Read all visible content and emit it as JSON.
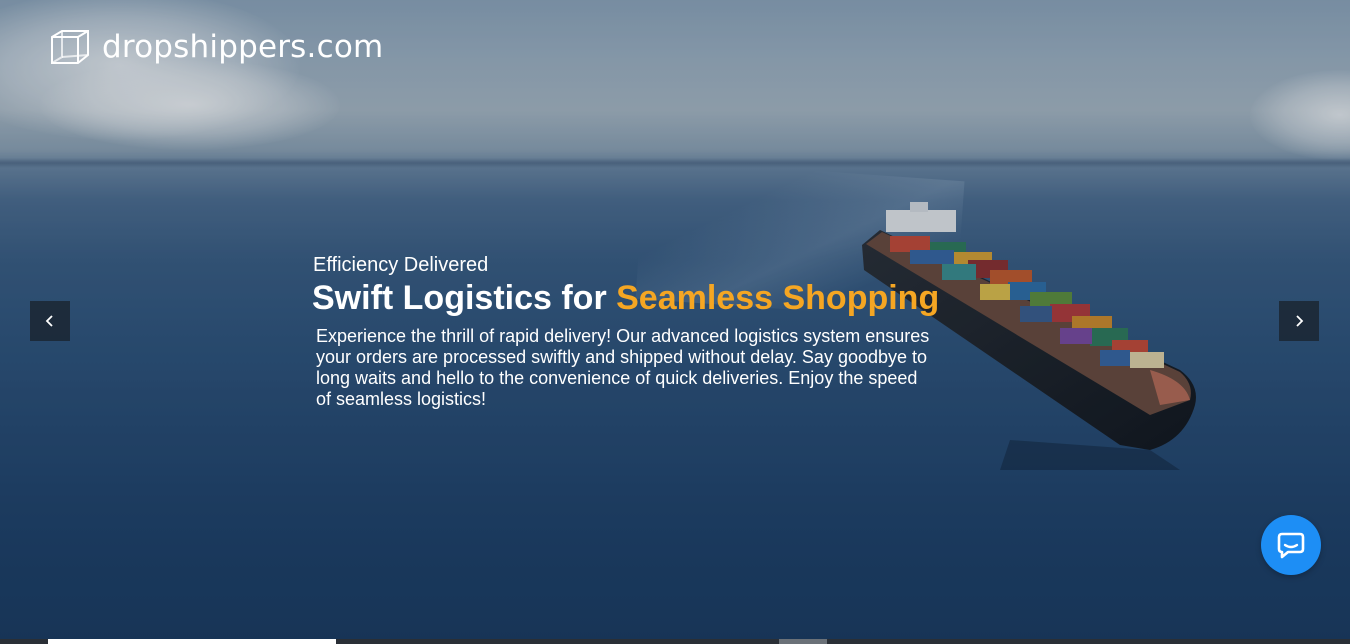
{
  "brand": {
    "name": "dropshippers.com",
    "logo_icon": "cube-outline-icon"
  },
  "slide": {
    "eyebrow": "Efficiency Delivered",
    "headline_main": "Swift Logistics for ",
    "headline_accent": "Seamless Shopping",
    "description": "Experience the thrill of rapid delivery! Our advanced logistics system ensures your orders are processed swiftly and shipped without delay. Say goodbye to long waits and hello to the convenience of quick deliveries. Enjoy the speed of seamless logistics!",
    "image_subject": "container ship at sea"
  },
  "controls": {
    "prev_icon": "chevron-left-icon",
    "next_icon": "chevron-right-icon",
    "chat_icon": "chat-bubble-icon"
  },
  "progress": {
    "active_fraction": 0.21
  },
  "colors": {
    "accent": "#f5a623",
    "chat": "#1d8ef5",
    "arrow_bg": "#19232d"
  }
}
